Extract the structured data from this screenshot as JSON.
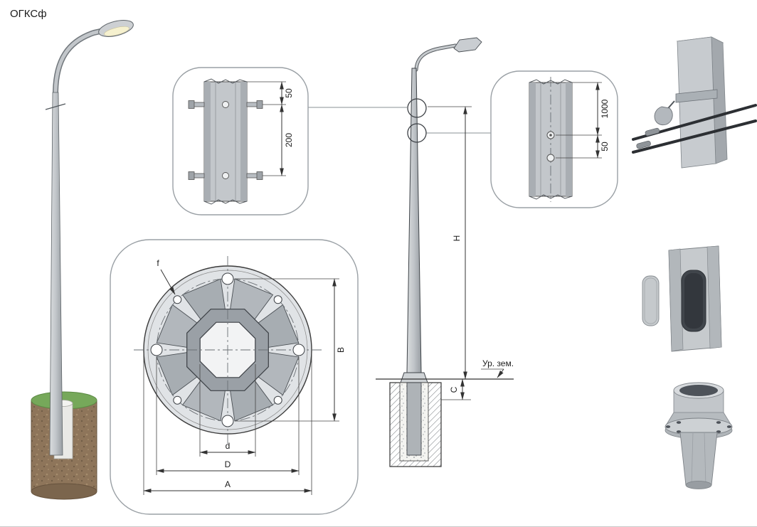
{
  "title": "ОГКСф",
  "callout_bolts": {
    "dim_top": "50",
    "dim_between": "200"
  },
  "callout_holes": {
    "dim_top": "1000",
    "dim_between": "50"
  },
  "flange": {
    "hole_label": "f",
    "width_label": "B",
    "inner_label": "d",
    "circle_label": "D",
    "outer_label": "A"
  },
  "elevation": {
    "height_label": "H",
    "depth_label": "C",
    "ground_label": "Ур. зем."
  },
  "colors": {
    "pole_light": "#d9dcde",
    "pole_mid": "#b9bec2",
    "pole_dark": "#9aa0a5",
    "soil_brown": "#8e755a",
    "grass_green": "#76a85a",
    "line": "#333333"
  }
}
